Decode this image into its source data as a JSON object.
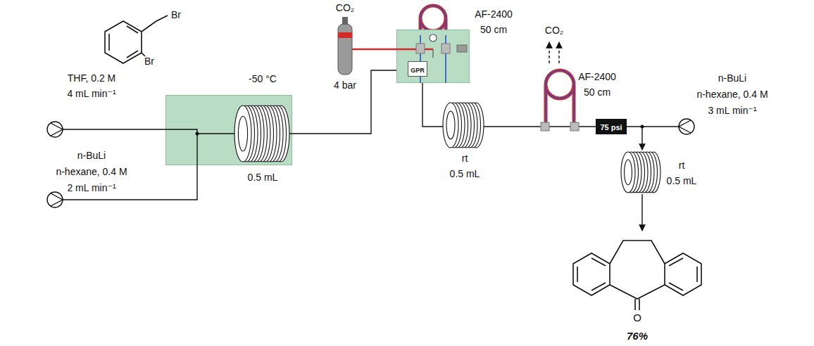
{
  "diagram": {
    "nodes": [
      {
        "text": [
          "-50 °C",
          "0.5 mL"
        ]
      },
      {
        "text": [
          "AF-2400",
          "50 cm"
        ]
      },
      {
        "text": [
          "GPR"
        ],
        "in": 1
      },
      {
        "text": [
          "75 psi"
        ]
      }
    ],
    "edges": [
      {
        "from": 0,
        "to": 1,
        "arrow": "none"
      },
      {
        "from": 1,
        "to": 3,
        "arrow": "none"
      }
    ],
    "labels": [
      "Br",
      "Br",
      "THF, 0.2 M",
      "4 mL min⁻¹",
      "n-BuLi",
      "n-hexane, 0.4 M",
      "2 mL min⁻¹",
      "CO₂",
      "4 bar",
      "rt",
      "0.5 mL",
      "CO₂",
      "AF-2400",
      "50 cm",
      "n-BuLi",
      "n-hexane, 0.4 M",
      "3 mL min⁻¹",
      "rt",
      "0.5 mL",
      "O",
      "76%"
    ]
  }
}
